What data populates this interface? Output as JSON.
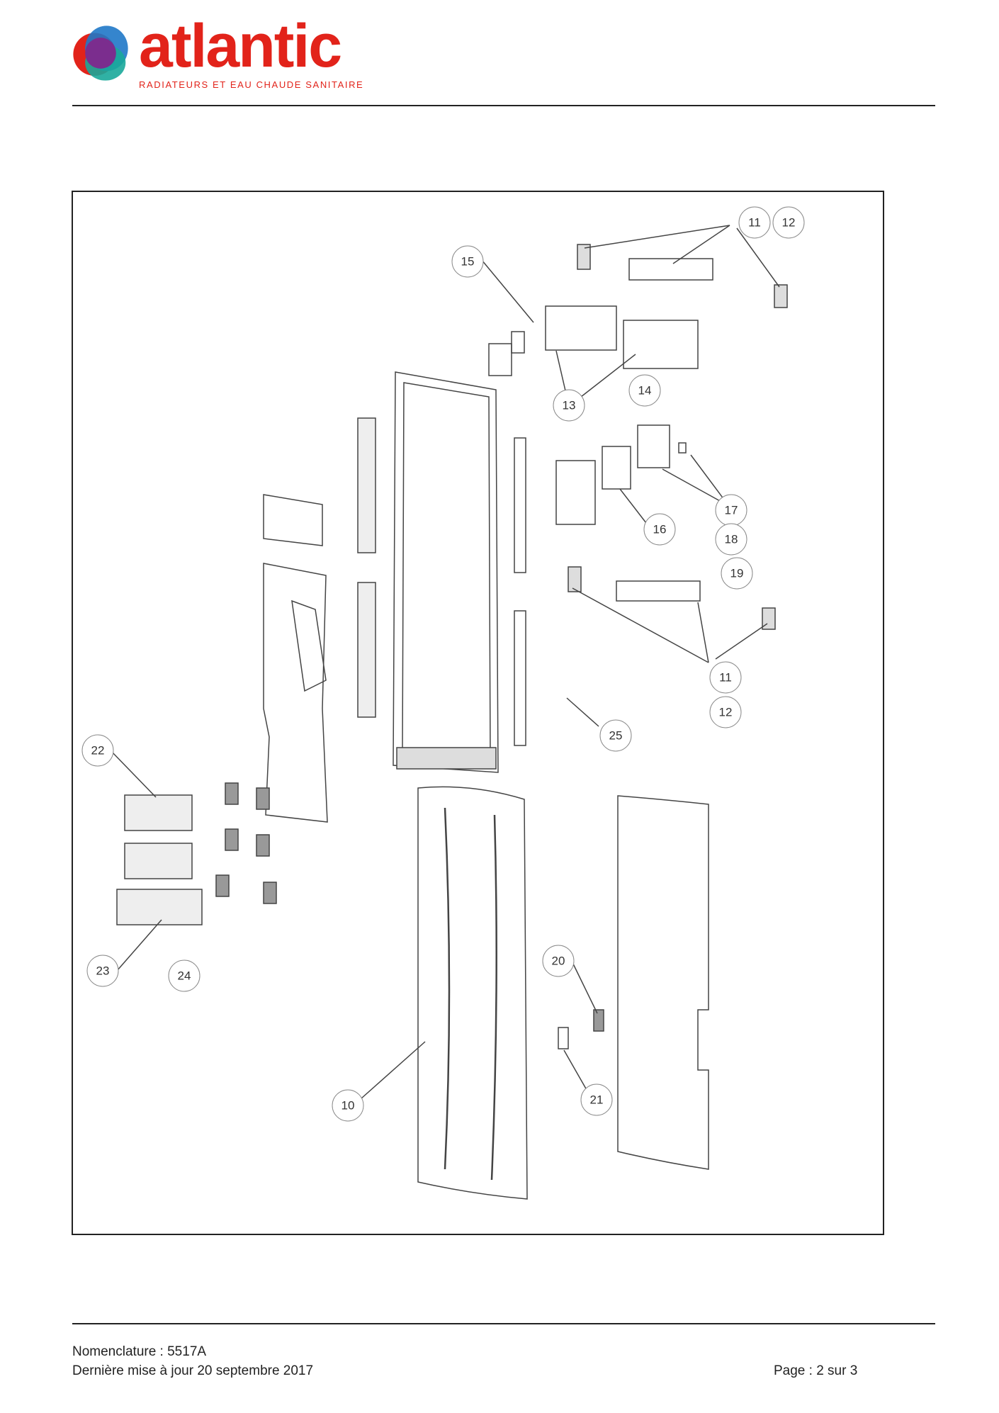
{
  "header": {
    "brand": "atlantic",
    "tagline": "RADIATEURS ET EAU CHAUDE SANITAIRE",
    "colors": {
      "brand_red": "#e2231a",
      "blue": "#1f78c8",
      "teal": "#1aa99a",
      "purple": "#7b2d8e"
    }
  },
  "diagram": {
    "callouts": [
      "11",
      "12",
      "15",
      "13",
      "14",
      "17",
      "18",
      "19",
      "16",
      "11",
      "12",
      "25",
      "22",
      "20",
      "23",
      "24",
      "21",
      "10"
    ]
  },
  "footer": {
    "nomenclature": "Nomenclature : 5517A",
    "updated": "Dernière mise à jour 20 septembre 2017",
    "page": "Page : 2 sur 3"
  }
}
